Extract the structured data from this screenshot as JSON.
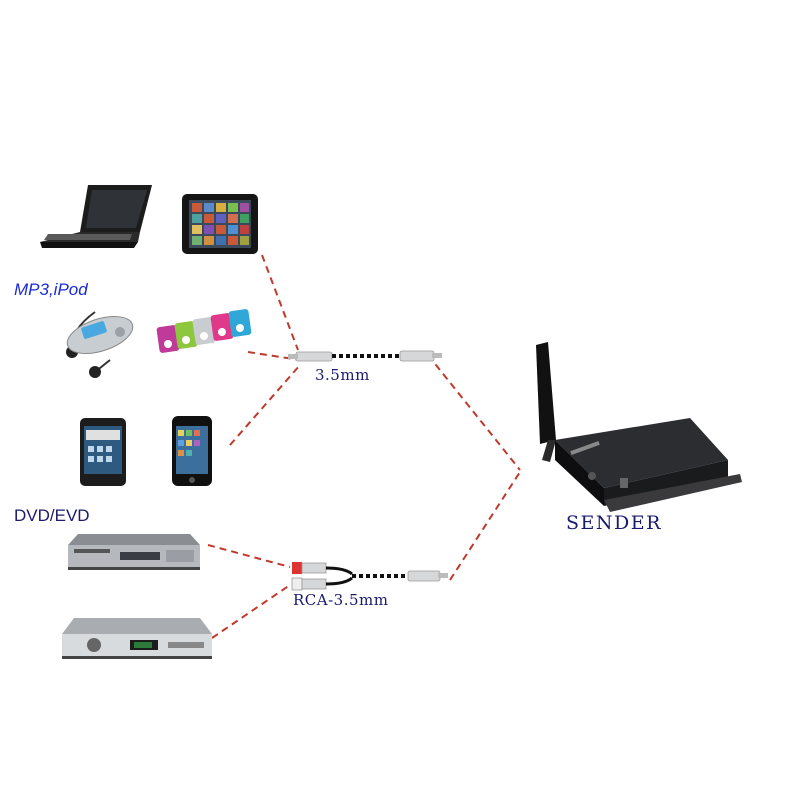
{
  "labels": {
    "mp3_ipod": "MP3,iPod",
    "dvd_evd": "DVD/EVD",
    "cable_35": "3.5mm",
    "cable_rca": "RCA-3.5mm",
    "sender": "SENDER"
  },
  "devices": [
    {
      "icon": "laptop-icon"
    },
    {
      "icon": "tablet-icon"
    },
    {
      "icon": "mp3-player-icon"
    },
    {
      "icon": "ipod-nano-icon"
    },
    {
      "icon": "smartphone-icon"
    },
    {
      "icon": "iphone-icon"
    },
    {
      "icon": "dvd-player-icon"
    },
    {
      "icon": "set-top-box-icon"
    },
    {
      "icon": "bluetooth-sender-icon"
    }
  ],
  "colors": {
    "dashed_line": "#c0392b",
    "label_blue": "#1a2bd6",
    "label_dark": "#1a1a6e"
  }
}
